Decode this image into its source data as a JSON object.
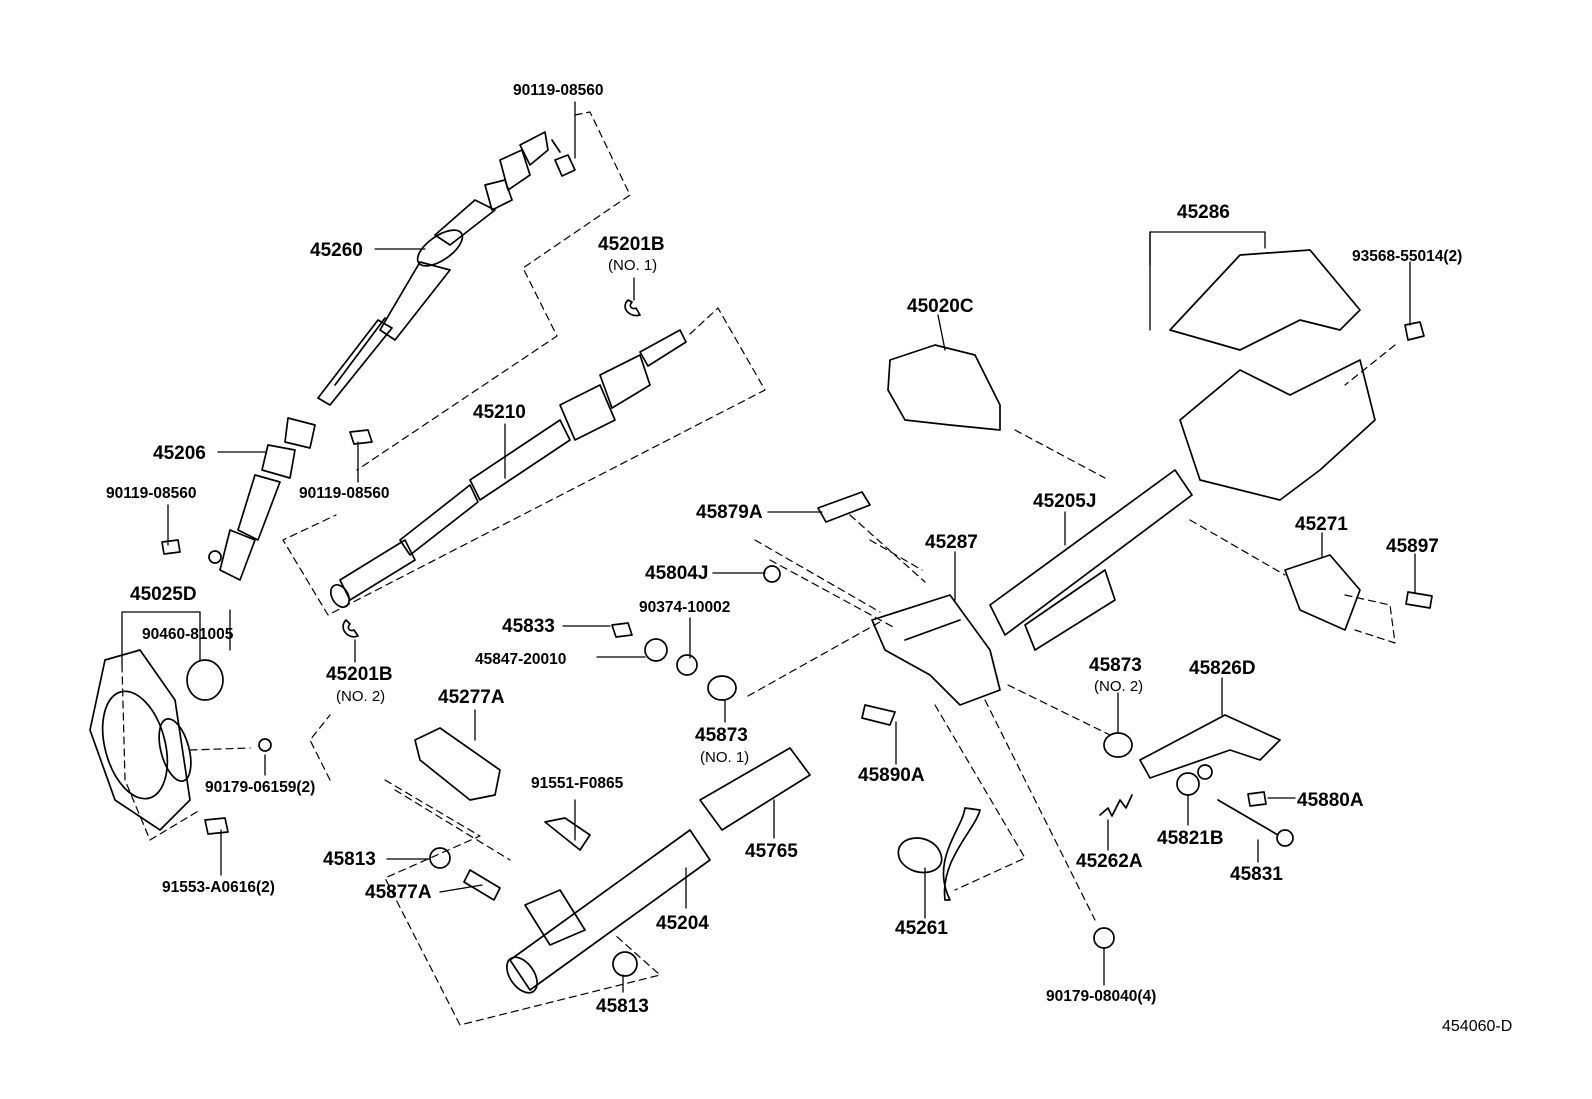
{
  "parts": {
    "p90119_top": "90119-08560",
    "p45260": "45260",
    "p45201B_1": "45201B",
    "p45201B_1_sub": "(NO. 1)",
    "p45210": "45210",
    "p45206": "45206",
    "p90119_left": "90119-08560",
    "p90119_mid": "90119-08560",
    "p45025D": "45025D",
    "p90460": "90460-81005",
    "p90179_06159": "90179-06159(2)",
    "p91553": "91553-A0616(2)",
    "p45201B_2": "45201B",
    "p45201B_2_sub": "(NO. 2)",
    "p45277A": "45277A",
    "p91551": "91551-F0865",
    "p45813_a": "45813",
    "p45877A": "45877A",
    "p45813_b": "45813",
    "p45204": "45204",
    "p45765": "45765",
    "p45833": "45833",
    "p45847": "45847-20010",
    "p90374": "90374-10002",
    "p45804J": "45804J",
    "p45879A": "45879A",
    "p45873_1": "45873",
    "p45873_1_sub": "(NO. 1)",
    "p45890A": "45890A",
    "p45287": "45287",
    "p45261": "45261",
    "p90179_08040": "90179-08040(4)",
    "p45020C": "45020C",
    "p45205J": "45205J",
    "p45286": "45286",
    "p93568": "93568-55014(2)",
    "p45271": "45271",
    "p45897": "45897",
    "p45873_2": "45873",
    "p45873_2_sub": "(NO. 2)",
    "p45826D": "45826D",
    "p45262A": "45262A",
    "p45821B": "45821B",
    "p45880A": "45880A",
    "p45831": "45831"
  },
  "figure_ref": "454060-D"
}
